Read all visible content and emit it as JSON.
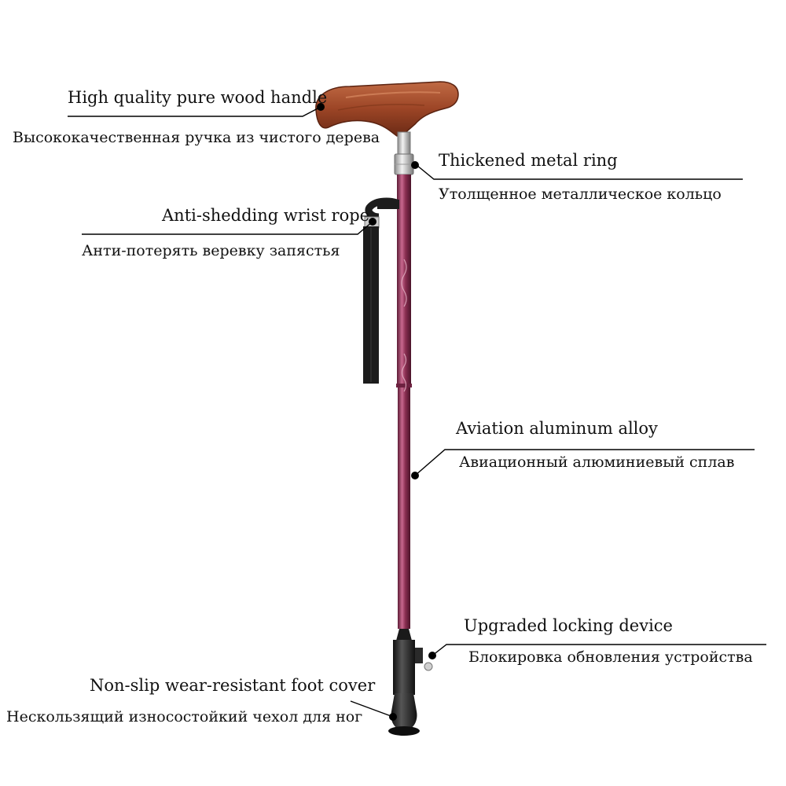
{
  "colors": {
    "background": "#ffffff",
    "shaft": "#8a2f52",
    "shaft_highlight": "#c7688e",
    "wood": "#a0492a",
    "wood_dark": "#6b2a15",
    "metal": "#c9c9c9",
    "rubber": "#222222",
    "strap": "#1c1c1c",
    "leader": "#000000"
  },
  "callouts": [
    {
      "id": "handle",
      "en": "High quality pure wood handle",
      "ru": "Высококачественная ручка из чистого дерева",
      "icon": "wood-handle"
    },
    {
      "id": "ring",
      "en": "Thickened metal ring",
      "ru": "Утолщенное металлическое кольцо",
      "icon": "metal-ring"
    },
    {
      "id": "rope",
      "en": "Anti-shedding wrist rope",
      "ru": "Анти-потерять веревку запястья",
      "icon": "wrist-strap"
    },
    {
      "id": "alloy",
      "en": "Aviation aluminum alloy",
      "ru": "Авиационный алюминиевый сплав",
      "icon": "aluminum-shaft"
    },
    {
      "id": "lock",
      "en": "Upgraded locking device",
      "ru": "Блокировка обновления устройства",
      "icon": "locking-button"
    },
    {
      "id": "foot",
      "en": "Non-slip wear-resistant foot cover",
      "ru": "Нескользящий износостойкий чехол для ног",
      "icon": "rubber-foot"
    }
  ]
}
